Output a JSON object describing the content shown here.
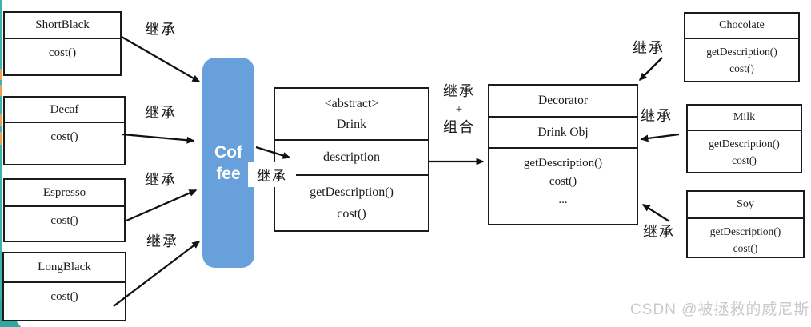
{
  "diagram": {
    "left_classes": [
      {
        "name": "ShortBlack",
        "methods": [
          "cost()"
        ]
      },
      {
        "name": "Decaf",
        "methods": [
          "cost()"
        ]
      },
      {
        "name": "Espresso",
        "methods": [
          "cost()"
        ]
      },
      {
        "name": "LongBlack",
        "methods": [
          "cost()"
        ]
      }
    ],
    "coffee": {
      "line1": "Cof",
      "line2": "fee"
    },
    "drink": {
      "stereotype": "<abstract>",
      "name": "Drink",
      "attribute": "description",
      "methods": [
        "getDescription()",
        "cost()"
      ]
    },
    "decorator": {
      "name": "Decorator",
      "field": "Drink Obj",
      "methods": [
        "getDescription()",
        "cost()",
        "..."
      ]
    },
    "right_classes": [
      {
        "name": "Chocolate",
        "methods": [
          "getDescription()",
          "cost()"
        ]
      },
      {
        "name": "Milk",
        "methods": [
          "getDescription()",
          "cost()"
        ]
      },
      {
        "name": "Soy",
        "methods": [
          "getDescription()",
          "cost()"
        ]
      }
    ],
    "labels": {
      "inherit": "继承",
      "combo": [
        "继承",
        "+",
        "组合"
      ]
    },
    "watermark": "CSDN @被拯救的威尼斯",
    "colors": {
      "coffee_blue": "#68a0dc",
      "strip_teal": "#3db3b0",
      "strip_orange": "#e8a254",
      "watermark_gray": "#c9c9c9",
      "line_black": "#111111"
    }
  }
}
